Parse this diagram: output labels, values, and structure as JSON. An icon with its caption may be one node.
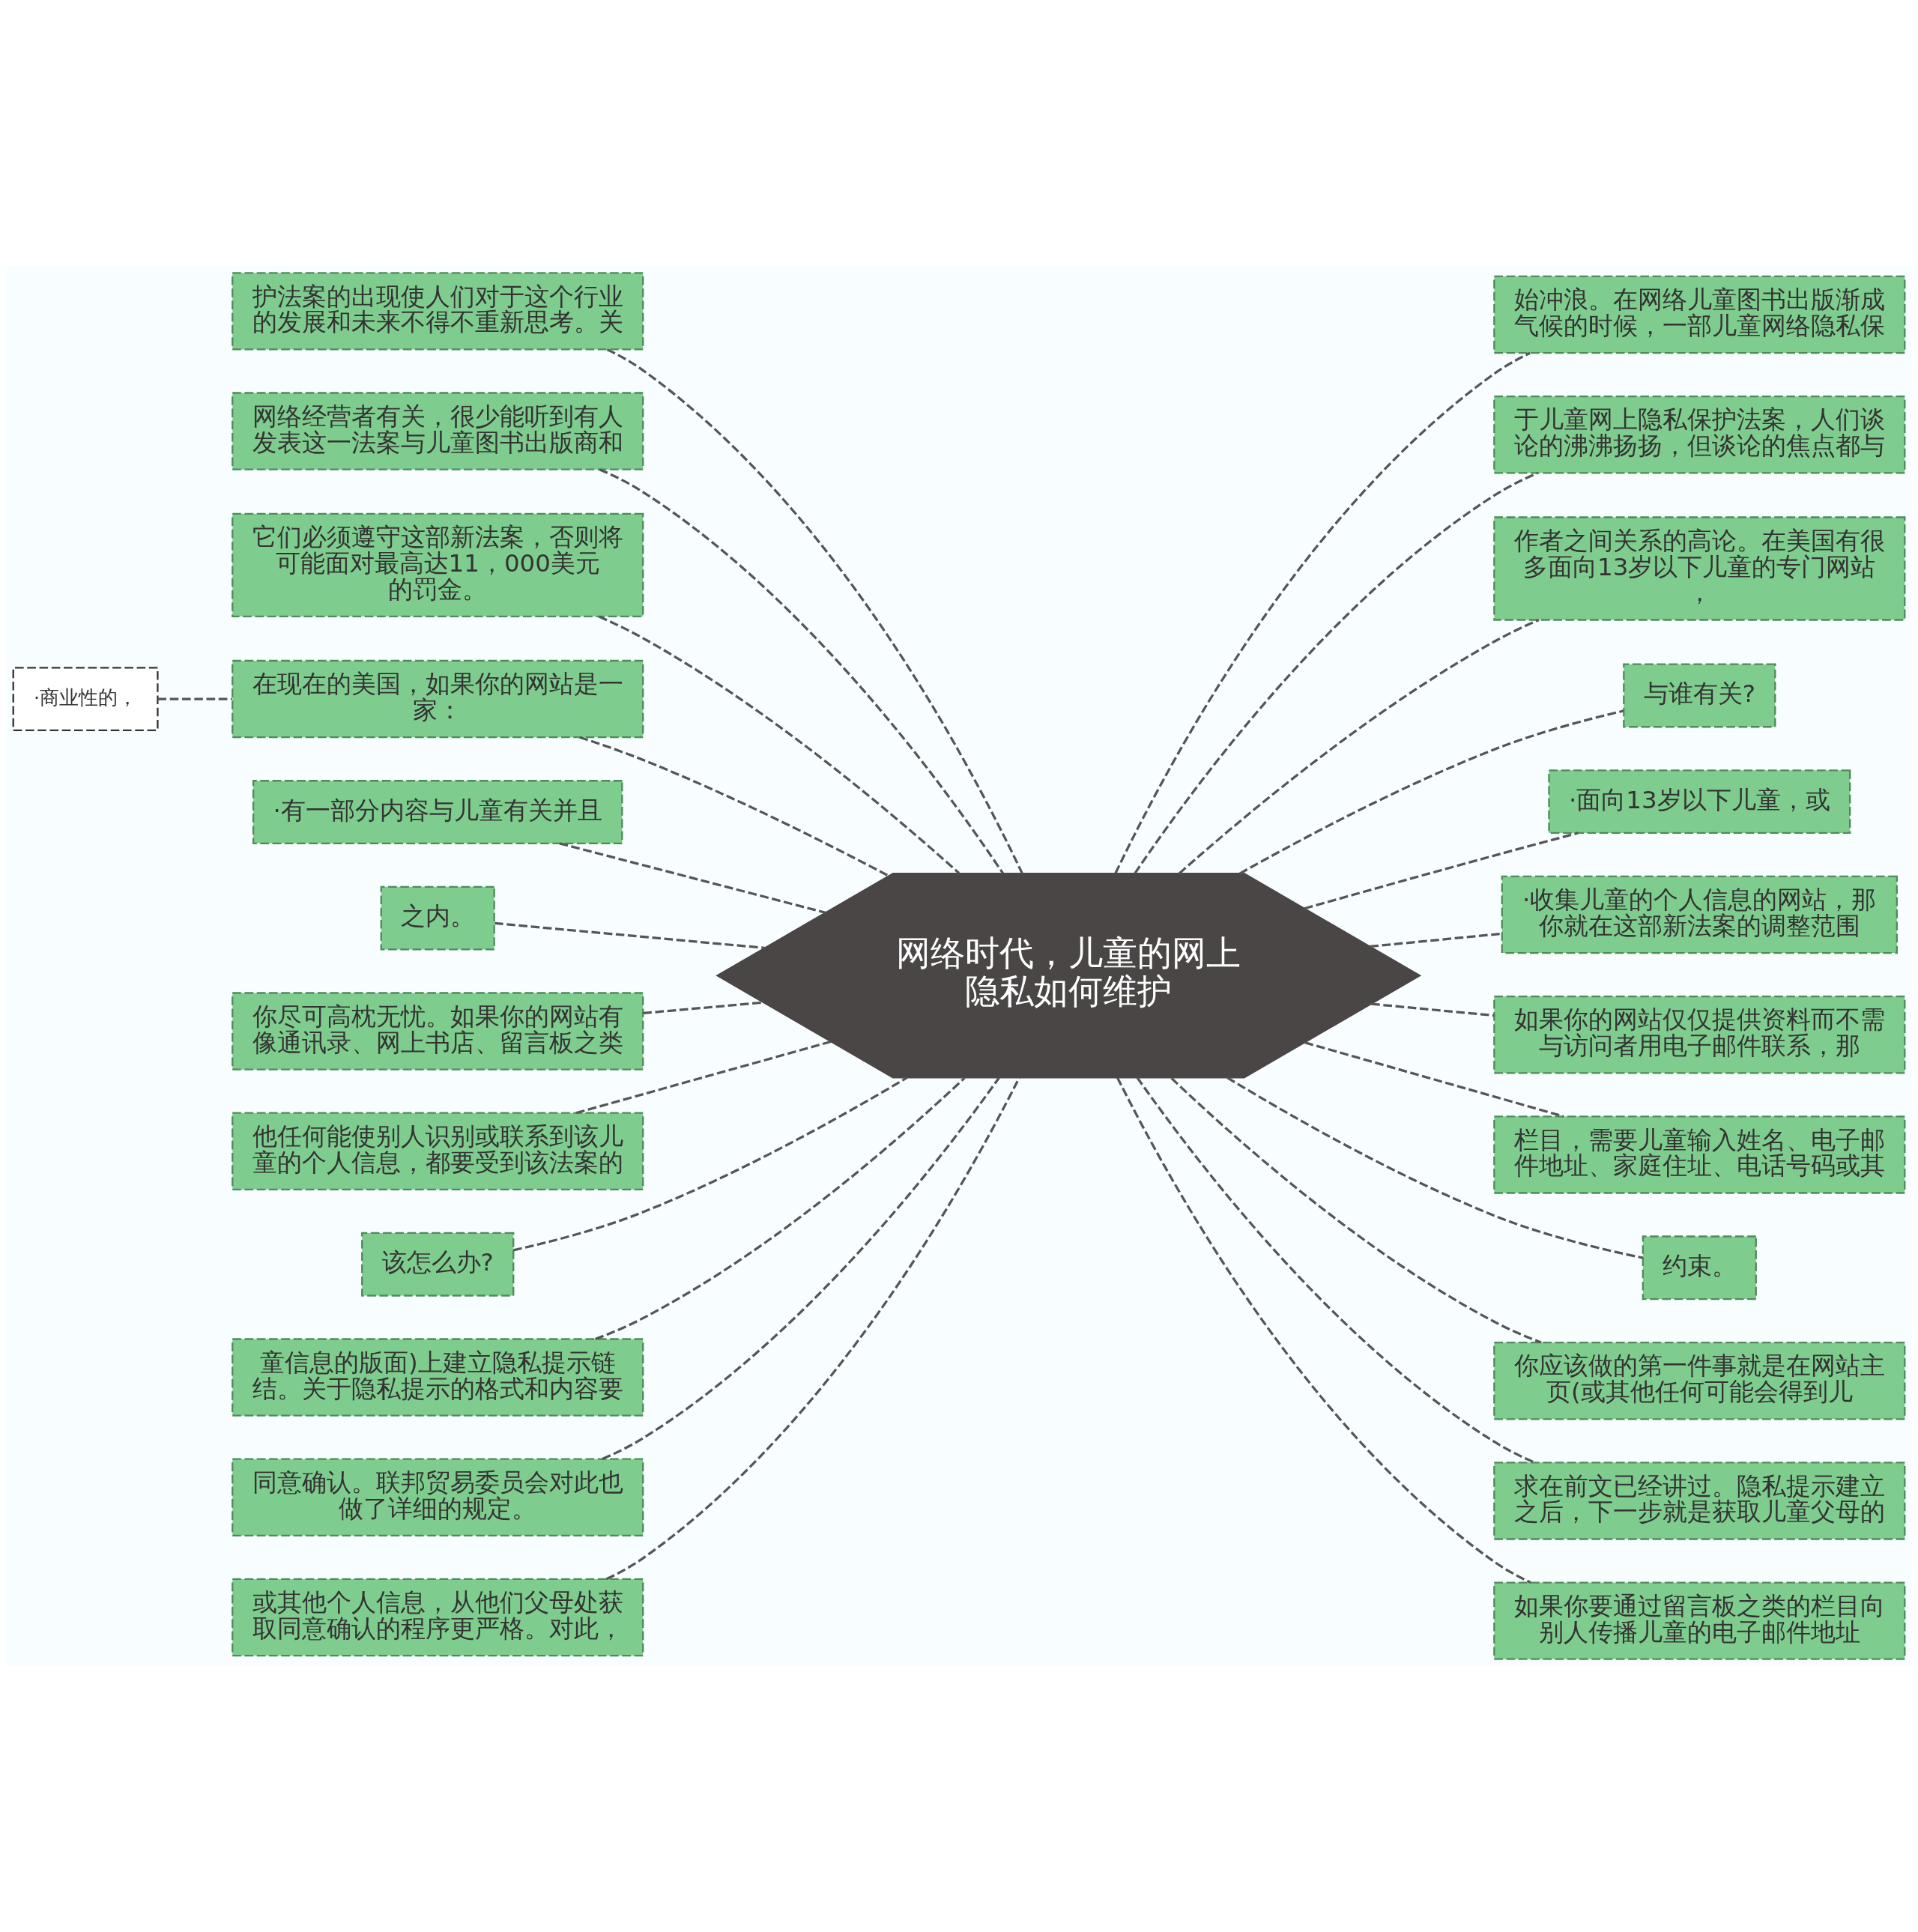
{
  "diagram": {
    "nodes": [
      {
        "text": [
          "网络时代，儿童的网上隐私如何维护"
        ]
      },
      {
        "text": [
          "护法案的出现使人们对于这个行业的发展和未来不得不重新思考。关"
        ]
      },
      {
        "text": [
          "网络经营者有关，很少能听到有人发表这一法案与儿童图书出版商和"
        ]
      },
      {
        "text": [
          "它们必须遵守这部新法案，否则将可能面对最高达11，000美元的罚金。"
        ]
      },
      {
        "text": [
          "在现在的美国，如果你的网站是一家："
        ]
      },
      {
        "text": [
          "·商业性的，"
        ]
      },
      {
        "text": [
          "·有一部分内容与儿童有关并且"
        ]
      },
      {
        "text": [
          "之内。"
        ]
      },
      {
        "text": [
          "你尽可高枕无忧。如果你的网站有像通讯录、网上书店、留言板之类"
        ]
      },
      {
        "text": [
          "他任何能使别人识别或联系到该儿童的个人信息，都要受到该法案的"
        ]
      },
      {
        "text": [
          "该怎么办?"
        ]
      },
      {
        "text": [
          "童信息的版面)上建立隐私提示链结。关于隐私提示的格式和内容要"
        ]
      },
      {
        "text": [
          "同意确认。联邦贸易委员会对此也做了详细的规定。"
        ]
      },
      {
        "text": [
          "或其他个人信息，从他们父母处获取同意确认的程序更严格。对此，"
        ]
      },
      {
        "text": [
          "始冲浪。在网络儿童图书出版渐成气候的时候，一部儿童网络隐私保"
        ]
      },
      {
        "text": [
          "于儿童网上隐私保护法案，人们谈论的沸沸扬扬，但谈论的焦点都与"
        ]
      },
      {
        "text": [
          "作者之间关系的高论。在美国有很多面向13岁以下儿童的专门网站，"
        ]
      },
      {
        "text": [
          "与谁有关?"
        ]
      },
      {
        "text": [
          "·面向13岁以下儿童，或"
        ]
      },
      {
        "text": [
          "·收集儿童的个人信息的网站，那你就在这部新法案的调整范围"
        ]
      },
      {
        "text": [
          "如果你的网站仅仅提供资料而不需与访问者用电子邮件联系，那"
        ]
      },
      {
        "text": [
          "栏目，需要儿童输入姓名、电子邮件地址、家庭住址、电话号码或其"
        ]
      },
      {
        "text": [
          "约束。"
        ]
      },
      {
        "text": [
          "你应该做的第一件事就是在网站主页(或其他任何可能会得到儿"
        ]
      },
      {
        "text": [
          "求在前文已经讲过。隐私提示建立之后，下一步就是获取儿童父母的"
        ]
      },
      {
        "text": [
          "如果你要通过留言板之类的栏目向别人传播儿童的电子邮件地址"
        ]
      }
    ],
    "edges": [
      {
        "from": 1,
        "to": 0,
        "arrow": "none",
        "style": "dashed"
      },
      {
        "from": 2,
        "to": 0,
        "arrow": "none",
        "style": "dashed"
      },
      {
        "from": 3,
        "to": 0,
        "arrow": "none",
        "style": "dashed"
      },
      {
        "from": 4,
        "to": 0,
        "arrow": "none",
        "style": "dashed"
      },
      {
        "from": 5,
        "to": 4,
        "arrow": "none",
        "style": "dashed"
      },
      {
        "from": 6,
        "to": 0,
        "arrow": "none",
        "style": "dashed"
      },
      {
        "from": 7,
        "to": 0,
        "arrow": "none",
        "style": "dashed"
      },
      {
        "from": 8,
        "to": 0,
        "arrow": "none",
        "style": "dashed"
      },
      {
        "from": 9,
        "to": 0,
        "arrow": "none",
        "style": "dashed"
      },
      {
        "from": 10,
        "to": 0,
        "arrow": "none",
        "style": "dashed"
      },
      {
        "from": 11,
        "to": 0,
        "arrow": "none",
        "style": "dashed"
      },
      {
        "from": 12,
        "to": 0,
        "arrow": "none",
        "style": "dashed"
      },
      {
        "from": 13,
        "to": 0,
        "arrow": "none",
        "style": "dashed"
      },
      {
        "from": 0,
        "to": 14,
        "arrow": "none",
        "style": "dashed"
      },
      {
        "from": 0,
        "to": 15,
        "arrow": "none",
        "style": "dashed"
      },
      {
        "from": 0,
        "to": 16,
        "arrow": "none",
        "style": "dashed"
      },
      {
        "from": 0,
        "to": 17,
        "arrow": "none",
        "style": "dashed"
      },
      {
        "from": 0,
        "to": 18,
        "arrow": "none",
        "style": "dashed"
      },
      {
        "from": 0,
        "to": 19,
        "arrow": "none",
        "style": "dashed"
      },
      {
        "from": 0,
        "to": 20,
        "arrow": "none",
        "style": "dashed"
      },
      {
        "from": 0,
        "to": 21,
        "arrow": "none",
        "style": "dashed"
      },
      {
        "from": 0,
        "to": 22,
        "arrow": "none",
        "style": "dashed"
      },
      {
        "from": 0,
        "to": 23,
        "arrow": "none",
        "style": "dashed"
      },
      {
        "from": 0,
        "to": 24,
        "arrow": "none",
        "style": "dashed"
      },
      {
        "from": 0,
        "to": 25,
        "arrow": "none",
        "style": "dashed"
      }
    ]
  }
}
